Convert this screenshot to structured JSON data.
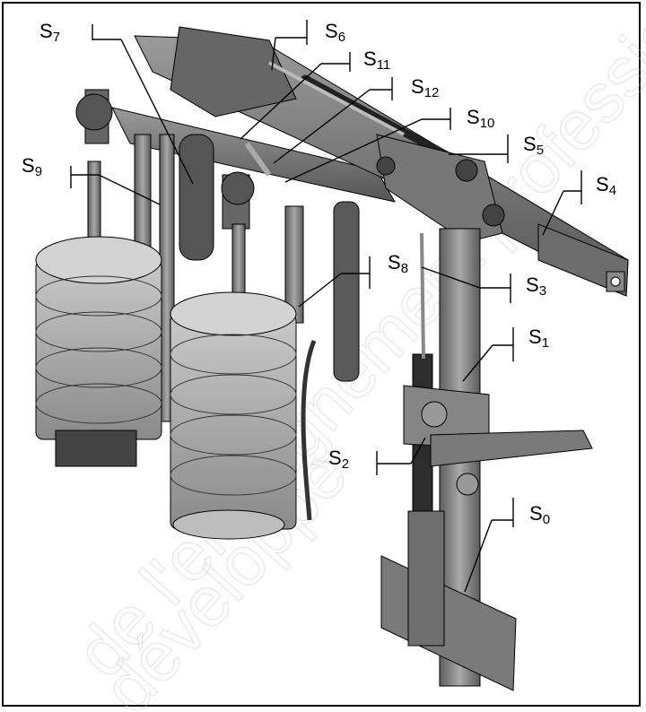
{
  "diagram": {
    "labels": [
      {
        "id": "S7",
        "base": "S",
        "sub": "7"
      },
      {
        "id": "S6",
        "base": "S",
        "sub": "6"
      },
      {
        "id": "S11",
        "base": "S",
        "sub": "11"
      },
      {
        "id": "S12",
        "base": "S",
        "sub": "12"
      },
      {
        "id": "S10",
        "base": "S",
        "sub": "10"
      },
      {
        "id": "S5",
        "base": "S",
        "sub": "5"
      },
      {
        "id": "S4",
        "base": "S",
        "sub": "4"
      },
      {
        "id": "S9",
        "base": "S",
        "sub": "9"
      },
      {
        "id": "S8",
        "base": "S",
        "sub": "8"
      },
      {
        "id": "S3",
        "base": "S",
        "sub": "3"
      },
      {
        "id": "S1",
        "base": "S",
        "sub": "1"
      },
      {
        "id": "S2",
        "base": "S",
        "sub": "2"
      },
      {
        "id": "S0",
        "base": "S",
        "sub": "0"
      }
    ],
    "watermark_lines": [
      "de l'enseignement professionnel",
      "développé"
    ],
    "colors": {
      "metal_dark": "#4a4a4a",
      "metal_mid": "#7d7d7d",
      "metal_light": "#b5b5b5",
      "outline": "#000000"
    }
  }
}
